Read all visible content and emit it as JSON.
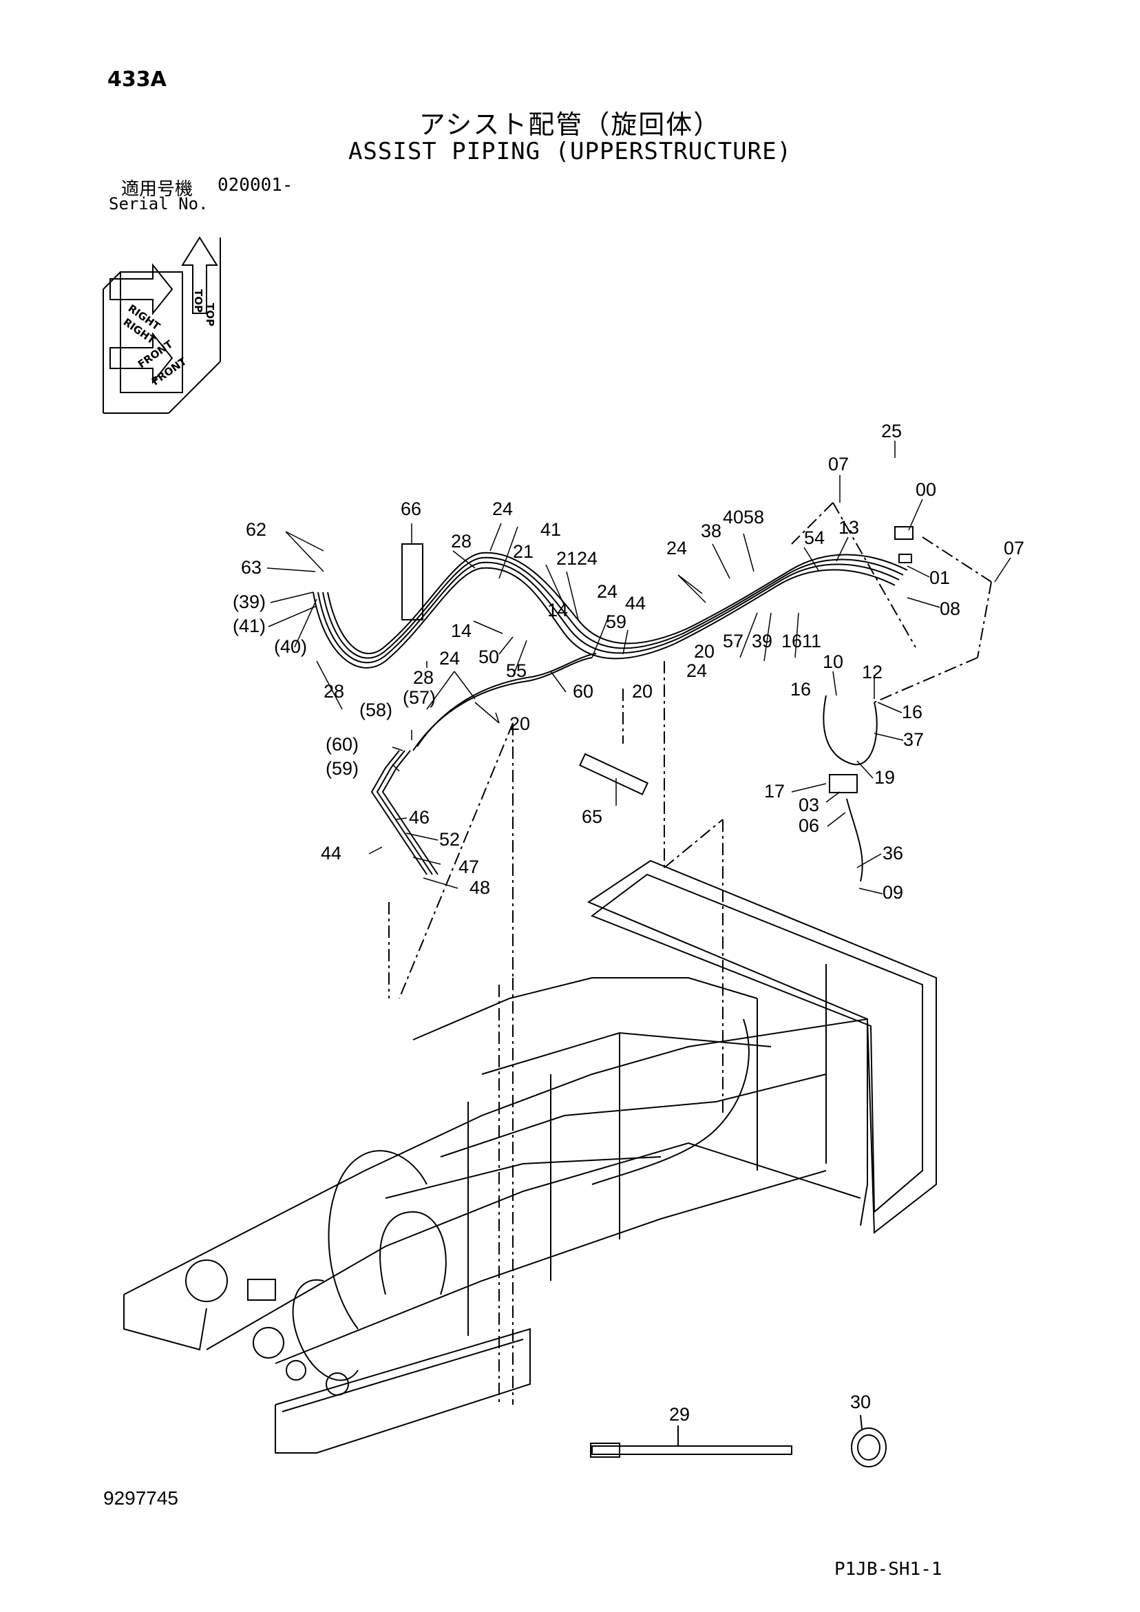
{
  "header": {
    "page_number": "433A",
    "title_jp": "アシスト配管（旋回体）",
    "title_en": "ASSIST PIPING (UPPERSTRUCTURE)",
    "serial_label_jp": "適用号機",
    "serial_value": "020001-",
    "serial_label_en": "Serial No."
  },
  "orientation_icon": {
    "labels": [
      "TOP",
      "TOP",
      "RIGHT",
      "RIGHT",
      "FRONT",
      "FRONT"
    ]
  },
  "callouts": [
    "62",
    "63",
    "(39)",
    "(41)",
    "(40)",
    "66",
    "28",
    "24",
    "21",
    "41",
    "2124",
    "14",
    "14",
    "50",
    "55",
    "28",
    "28",
    "24",
    "(57)",
    "(58)",
    "(60)",
    "(59)",
    "20",
    "60",
    "24",
    "59",
    "44",
    "20",
    "24",
    "20",
    "24",
    "38",
    "4058",
    "54",
    "13",
    "25",
    "07",
    "00",
    "01",
    "08",
    "07",
    "57",
    "39",
    "1611",
    "10",
    "12",
    "16",
    "16",
    "37",
    "19",
    "17",
    "03",
    "06",
    "36",
    "09",
    "65",
    "46",
    "52",
    "44",
    "47",
    "48",
    "29",
    "30"
  ],
  "footer": {
    "document_number": "9297745",
    "sheet_code": "P1JB-SH1-1"
  }
}
